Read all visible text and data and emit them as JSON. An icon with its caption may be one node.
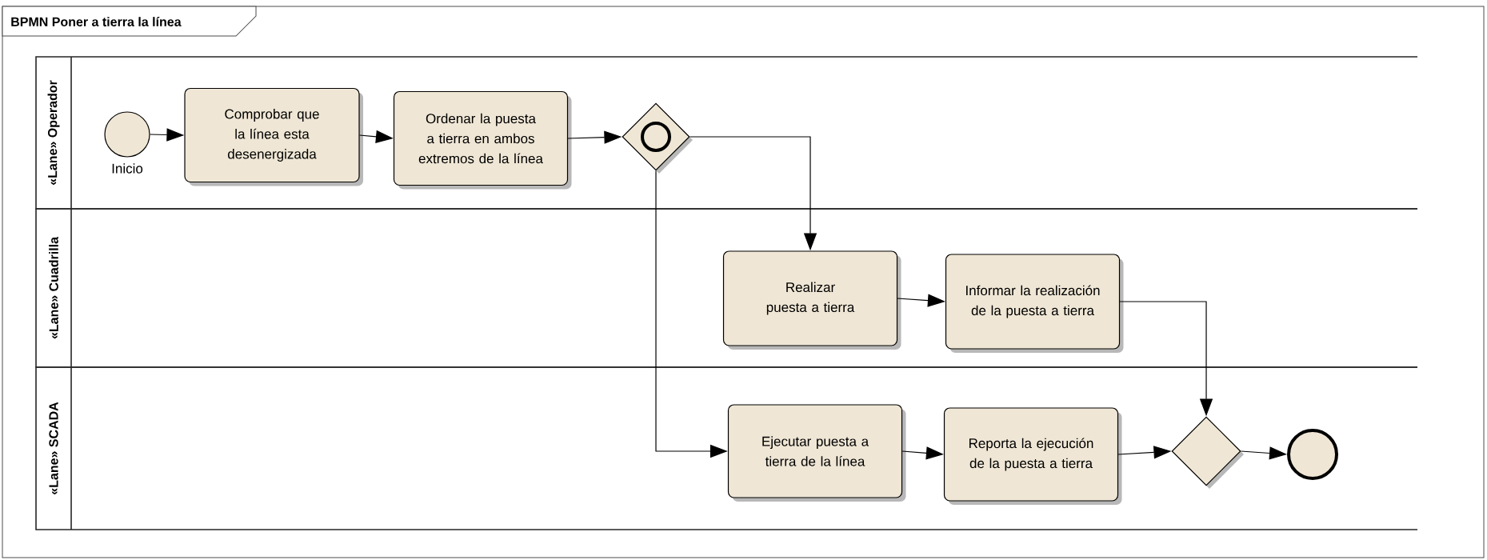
{
  "diagram": {
    "title": "BPMN Poner a tierra la línea",
    "nodes": [
      {
        "text": [
          "«Lane» Operador"
        ]
      },
      {
        "text": [],
        "shape": "circle",
        "beside": [
          "Inicio"
        ],
        "in": 0
      },
      {
        "text": [
          "Comprobar que la línea esta desenergizada"
        ],
        "in": 0
      },
      {
        "text": [
          "Ordenar la puesta a tierra en ambos extremos de la línea"
        ],
        "in": 0
      },
      {
        "text": [],
        "shape": "diamond",
        "in": 0
      },
      {
        "text": [
          "«Lane» Cuadrilla"
        ]
      },
      {
        "text": [
          "Realizar puesta a tierra"
        ],
        "in": 5
      },
      {
        "text": [
          "Informar la realización de la puesta a tierra"
        ],
        "in": 5
      },
      {
        "text": [
          "«Lane» SCADA"
        ]
      },
      {
        "text": [
          "Ejecutar puesta a tierra de la línea"
        ],
        "in": 8
      },
      {
        "text": [
          "Reporta la ejecución de la puesta a tierra"
        ],
        "in": 8
      },
      {
        "text": [],
        "shape": "diamond",
        "in": 8
      },
      {
        "text": [],
        "shape": "circle",
        "in": 8
      }
    ],
    "edges": [
      {
        "from": 1,
        "to": 2,
        "arrow": "to"
      },
      {
        "from": 2,
        "to": 3,
        "arrow": "to"
      },
      {
        "from": 3,
        "to": 4,
        "arrow": "to"
      },
      {
        "from": 4,
        "to": 6,
        "arrow": "to"
      },
      {
        "from": 4,
        "to": 9,
        "arrow": "to"
      },
      {
        "from": 6,
        "to": 7,
        "arrow": "to"
      },
      {
        "from": 7,
        "to": 11,
        "arrow": "to"
      },
      {
        "from": 9,
        "to": 10,
        "arrow": "to"
      },
      {
        "from": 10,
        "to": 11,
        "arrow": "to"
      },
      {
        "from": 11,
        "to": 12,
        "arrow": "to"
      }
    ]
  }
}
